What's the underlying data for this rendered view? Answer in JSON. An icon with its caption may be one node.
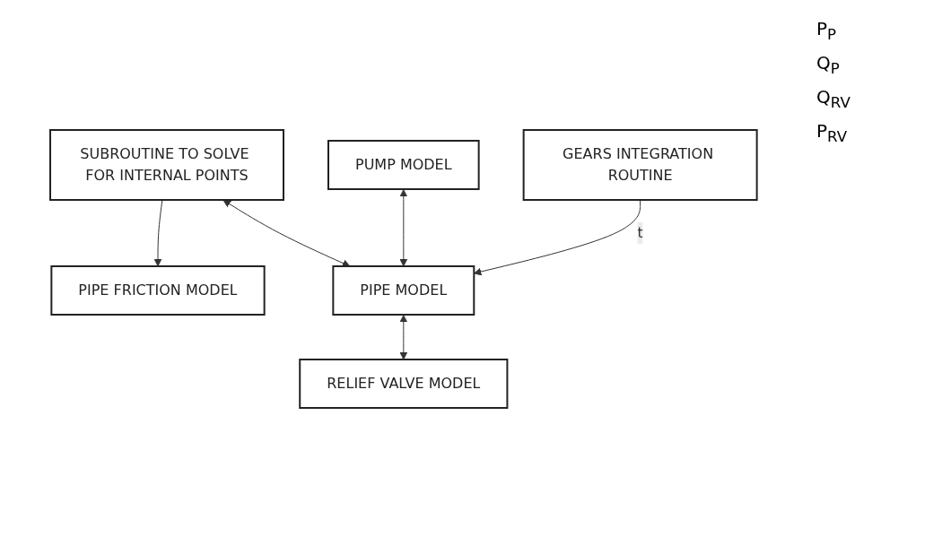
{
  "diagram": {
    "nodes": [
      {
        "text": [
          "SUBROUTINE TO SOLVE FOR INTERNAL POINTS"
        ]
      },
      {
        "text": [
          "PIPE FRICTION MODEL"
        ]
      },
      {
        "text": [
          "PUMP MODEL"
        ]
      },
      {
        "text": [
          "PIPE MODEL"
        ]
      },
      {
        "text": [
          "RELIEF VALVE MODEL"
        ]
      },
      {
        "text": [
          "GEARS INTEGRATION ROUTINE"
        ]
      }
    ],
    "edges": [
      {
        "from": 0,
        "to": 1,
        "arrow": "to"
      },
      {
        "from": 0,
        "to": 3,
        "arrow": "both"
      },
      {
        "from": 2,
        "to": 3,
        "arrow": "both"
      },
      {
        "from": 3,
        "to": 4,
        "arrow": "both"
      },
      {
        "from": 5,
        "to": 3,
        "arrow": "to",
        "label": "t"
      }
    ],
    "labels": [
      "P$_{P}$",
      "Q$_{P}$",
      "Q$_{RV}$",
      "P$_{RV}$"
    ]
  }
}
